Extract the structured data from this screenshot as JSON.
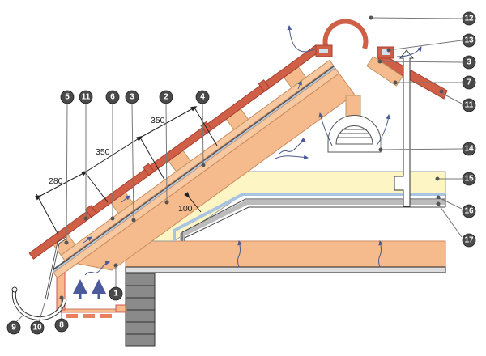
{
  "title": "Ventilated pitched roof cross-section",
  "colors": {
    "tile": "#cf5f47",
    "timber": "#f6bb8c",
    "insulation": "#fdf6c4",
    "membrane": "#cfd8e6",
    "brick": "#8a8a8a",
    "label": "#4a4a4a",
    "airflow": "#4a5a9a"
  },
  "dimensions": {
    "d280": "280",
    "d350a": "350",
    "d350b": "350",
    "d100": "100"
  },
  "labels": {
    "l5": "5",
    "l11a": "11",
    "l6": "6",
    "l3a": "3",
    "l2": "2",
    "l4": "4",
    "l12": "12",
    "l13": "13",
    "l3b": "3",
    "l7": "7",
    "l11b": "11",
    "l14": "14",
    "l15": "15",
    "l16": "16",
    "l17": "17",
    "l1": "1",
    "l9": "9",
    "l10": "10",
    "l8": "8"
  }
}
